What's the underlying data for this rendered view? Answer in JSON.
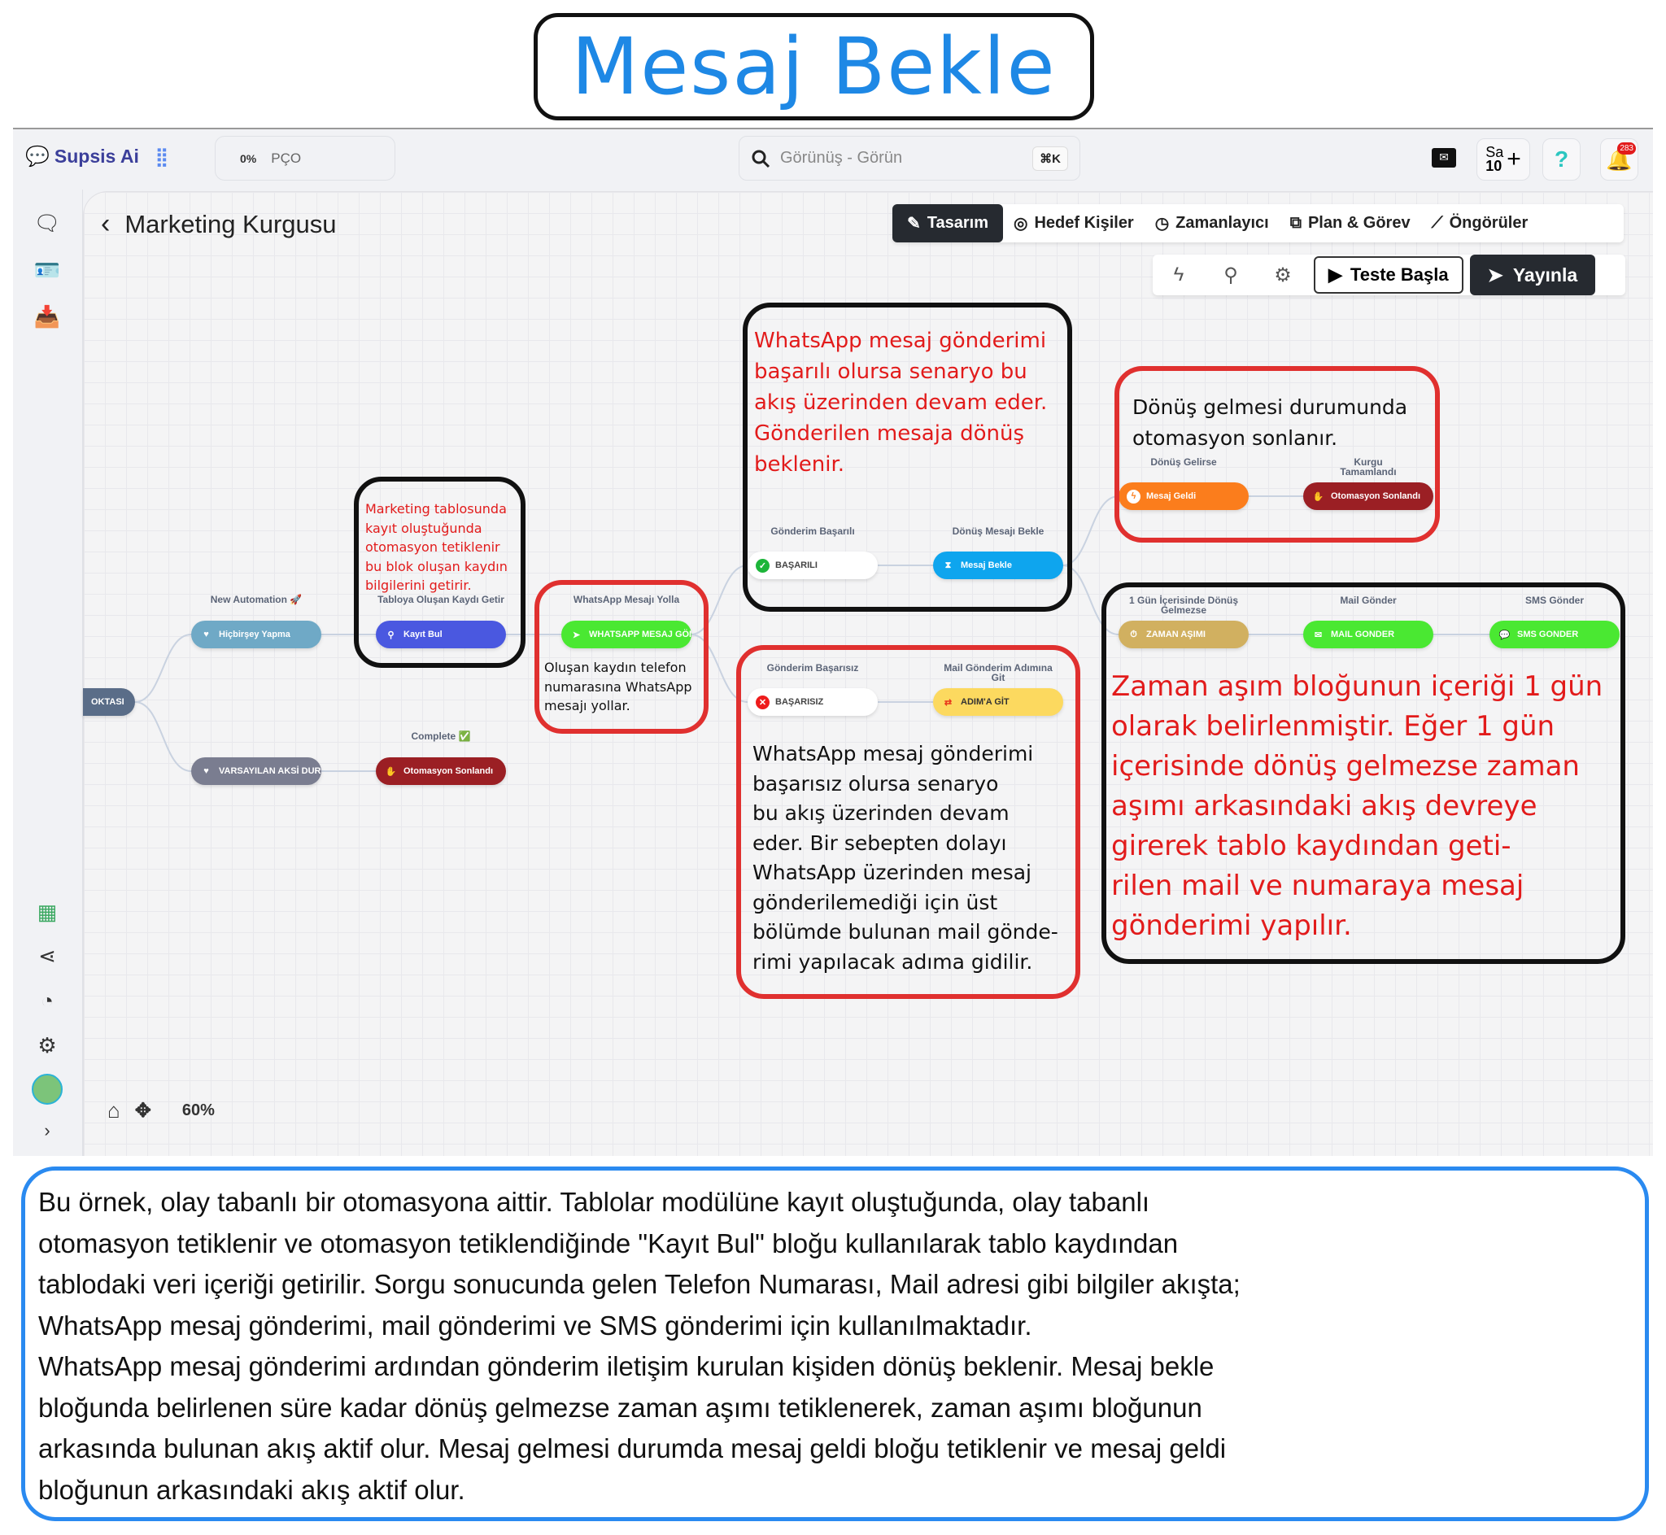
{
  "title": "Mesaj Bekle",
  "topbar": {
    "brand": "Supsis Ai",
    "progress_percent": "0%",
    "progress_label": "PÇO",
    "search_placeholder": "Görünüş - Görün",
    "search_shortcut": "⌘K",
    "user_initials": "Sa",
    "user_count": "10",
    "notification_count": "283"
  },
  "page": {
    "title": "Marketing Kurgusu",
    "tabs": [
      {
        "label": "Tasarım",
        "icon": "design-icon",
        "active": true
      },
      {
        "label": "Hedef Kişiler",
        "icon": "target-icon"
      },
      {
        "label": "Zamanlayıcı",
        "icon": "clock-icon"
      },
      {
        "label": "Plan & Görev",
        "icon": "plan-icon"
      },
      {
        "label": "Öngörüler",
        "icon": "insights-icon"
      }
    ],
    "test_button": "Teste Başla",
    "publish_button": "Yayınla",
    "zoom_level": "60%"
  },
  "flow": {
    "start": "OKTASI",
    "nodes": {
      "nothing": {
        "label": "New Automation 🚀",
        "text": "Hiçbirşey Yapma",
        "color": "#6fa9c6"
      },
      "find": {
        "label": "Tabloya Oluşan Kaydı Getir",
        "text": "Kayıt Bul",
        "color": "#4a58e0"
      },
      "whatsapp": {
        "label": "WhatsApp Mesajı Yolla",
        "text": "WHATSAPP MESAJ GÖNDER",
        "color": "#4ae832"
      },
      "default": {
        "label": "",
        "text": "VARSAYILAN AKSİ DURUM",
        "color": "#7a7d90"
      },
      "end1": {
        "label": "Complete ✅",
        "text": "Otomasyon Sonlandı",
        "color": "#9b1f24"
      },
      "success": {
        "label": "Gönderim Başarılı",
        "text": "BAŞARILI",
        "color": "#ffffff"
      },
      "wait": {
        "label": "Dönüş Mesajı Bekle",
        "text": "Mesaj Bekle",
        "color": "#0ea5ee"
      },
      "fail": {
        "label": "Gönderim Başarısız",
        "text": "BAŞARISIZ",
        "color": "#ffffff"
      },
      "goto": {
        "label": "Mail Gönderim Adımına Git",
        "text": "ADIM'A GİT",
        "color": "#fcd95f"
      },
      "received": {
        "label": "Dönüş Gelirse",
        "text": "Mesaj Geldi",
        "color": "#fb7d1c"
      },
      "end2": {
        "label": "Kurgu Tamamlandı",
        "text": "Otomasyon Sonlandı",
        "color": "#9b1f24"
      },
      "timeout": {
        "label": "1 Gün İçerisinde Dönüş Gelmezse",
        "text": "ZAMAN AŞIMI",
        "color": "#d1b060"
      },
      "mail": {
        "label": "Mail Gönder",
        "text": "MAIL GONDER",
        "color": "#4ae832"
      },
      "sms": {
        "label": "SMS Gönder",
        "text": "SMS GONDER",
        "color": "#4ae832"
      }
    }
  },
  "annotations": {
    "find": [
      "Marketing tablosunda",
      "kayıt oluştuğunda",
      "otomasyon tetiklenir",
      "bu blok oluşan kaydın",
      "bilgilerini getirir."
    ],
    "whatsapp": [
      "Oluşan kaydın telefon",
      "numarasına WhatsApp",
      "mesajı yollar."
    ],
    "success": [
      "WhatsApp mesaj gönderimi",
      "başarılı olursa senaryo bu",
      "akış üzerinden devam eder.",
      "Gönderilen mesaja dönüş",
      "beklenir."
    ],
    "received": [
      "Dönüş gelmesi durumunda",
      "otomasyon sonlanır."
    ],
    "fail": [
      "WhatsApp mesaj gönderimi",
      "başarısız olursa senaryo",
      "bu akış üzerinden devam",
      "eder. Bir sebepten dolayı",
      "WhatsApp üzerinden mesaj",
      "gönderilemediği için üst",
      "bölümde bulunan mail gönde-",
      "rimi yapılacak adıma gidilir."
    ],
    "timeout": [
      "Zaman aşım bloğunun içeriği 1 gün",
      "olarak belirlenmiştir. Eğer 1 gün",
      "içerisinde dönüş gelmezse zaman",
      "aşımı arkasındaki akış devreye",
      "girerek tablo kaydından geti-",
      "rilen mail ve numaraya mesaj",
      "gönderimi yapılır."
    ]
  },
  "description": [
    "Bu örnek, olay tabanlı bir otomasyona aittir. Tablolar modülüne kayıt oluştuğunda, olay tabanlı",
    "otomasyon tetiklenir ve otomasyon tetiklendiğinde \"Kayıt Bul\" bloğu kullanılarak tablo kaydından",
    "tablodaki veri içeriği getirilir. Sorgu sonucunda gelen Telefon Numarası, Mail adresi gibi bilgiler akışta;",
    "WhatsApp mesaj gönderimi, mail gönderimi ve SMS gönderimi için kullanılmaktadır.",
    "WhatsApp mesaj gönderimi ardından gönderim iletişim kurulan kişiden dönüş beklenir. Mesaj bekle",
    "bloğunda  belirlenen süre kadar dönüş gelmezse zaman aşımı tetiklenerek, zaman aşımı bloğunun",
    "arkasında bulunan akış aktif olur. Mesaj gelmesi durumda mesaj geldi bloğu tetiklenir ve mesaj geldi",
    "bloğunun arkasındaki akış aktif olur."
  ]
}
